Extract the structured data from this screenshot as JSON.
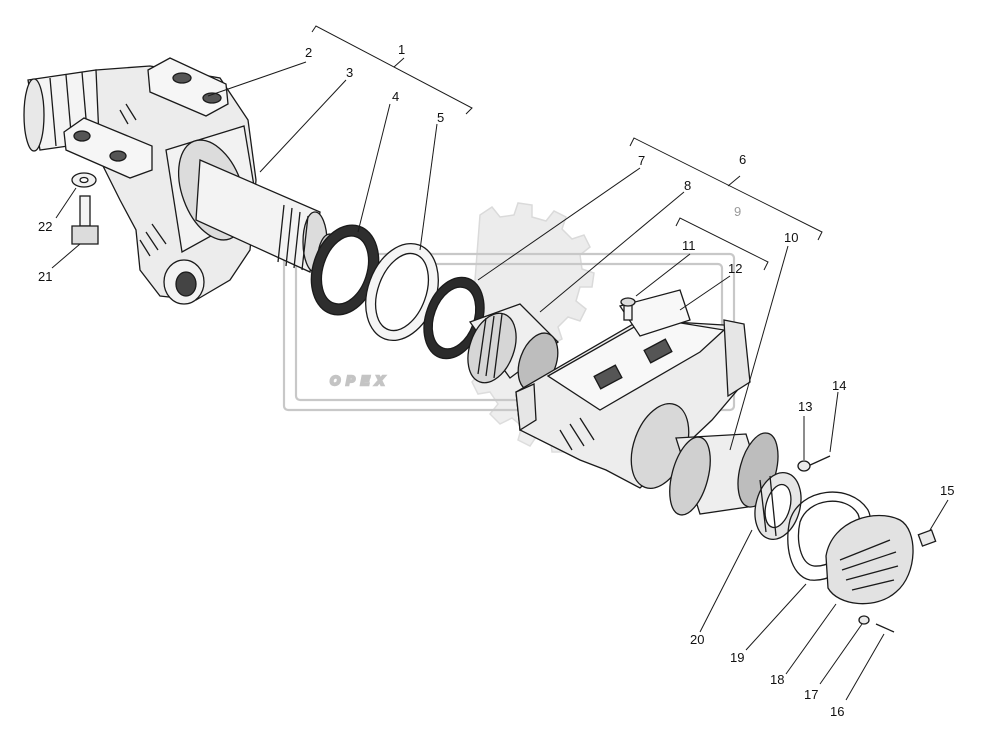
{
  "diagram": {
    "labels": [
      {
        "id": "1",
        "text": "1"
      },
      {
        "id": "2",
        "text": "2"
      },
      {
        "id": "3",
        "text": "3"
      },
      {
        "id": "4",
        "text": "4"
      },
      {
        "id": "5",
        "text": "5"
      },
      {
        "id": "6",
        "text": "6"
      },
      {
        "id": "7",
        "text": "7"
      },
      {
        "id": "8",
        "text": "8"
      },
      {
        "id": "9",
        "text": "9"
      },
      {
        "id": "10",
        "text": "10"
      },
      {
        "id": "11",
        "text": "11"
      },
      {
        "id": "12",
        "text": "12"
      },
      {
        "id": "13",
        "text": "13"
      },
      {
        "id": "14",
        "text": "14"
      },
      {
        "id": "15",
        "text": "15"
      },
      {
        "id": "16",
        "text": "16"
      },
      {
        "id": "17",
        "text": "17"
      },
      {
        "id": "18",
        "text": "18"
      },
      {
        "id": "19",
        "text": "19"
      },
      {
        "id": "20",
        "text": "20"
      },
      {
        "id": "21",
        "text": "21"
      },
      {
        "id": "22",
        "text": "22"
      }
    ],
    "watermark": "OPEX"
  },
  "colors": {
    "ink": "#1a1a1a",
    "watermark": "#c8c8c8",
    "background": "#ffffff"
  }
}
